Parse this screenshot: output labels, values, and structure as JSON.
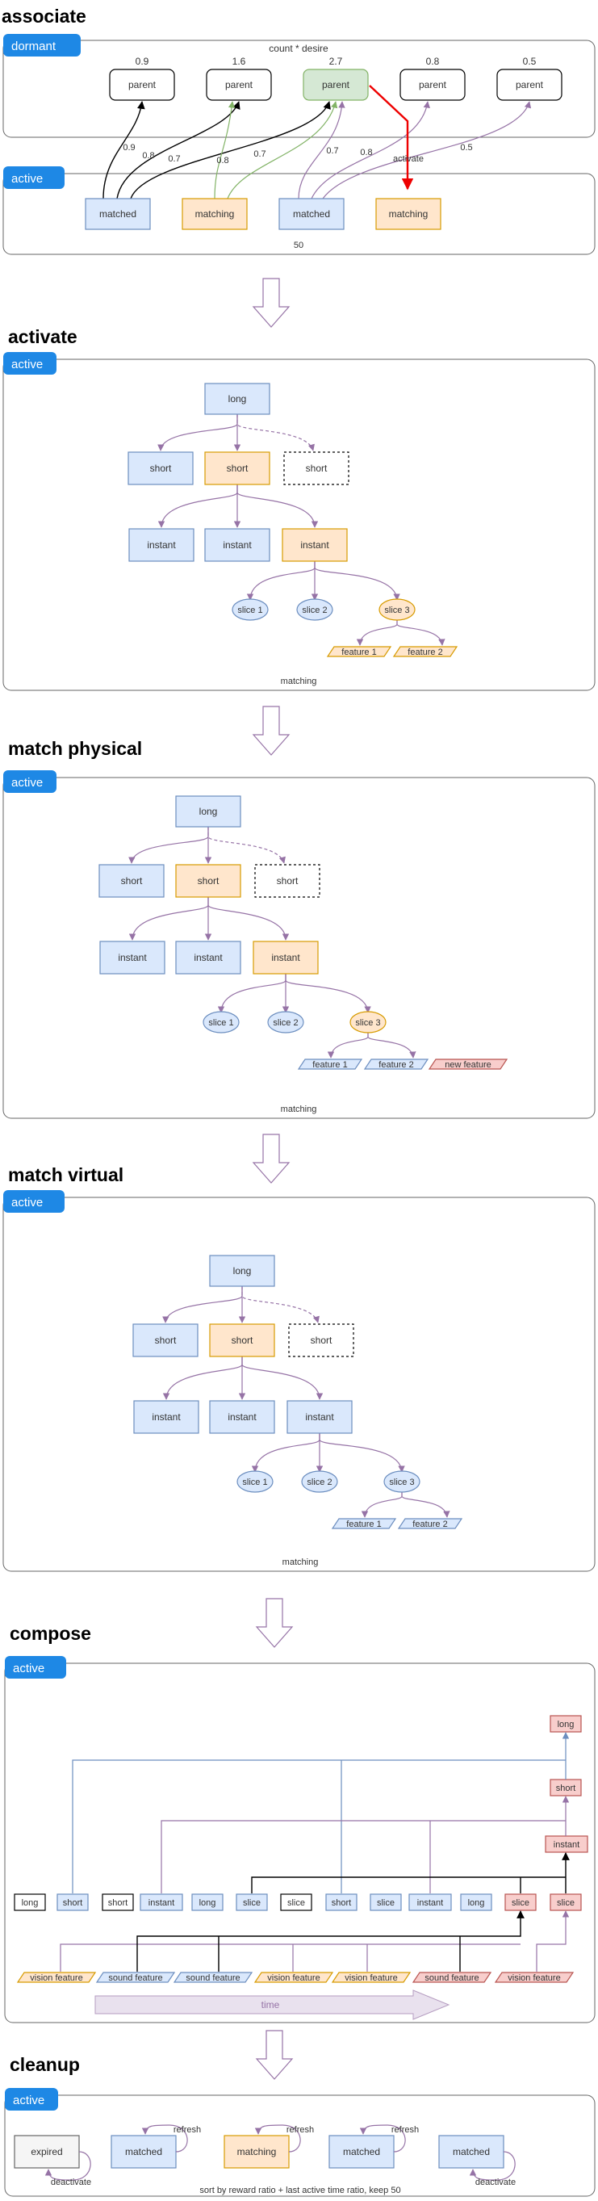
{
  "sections": {
    "associate": "associate",
    "activate": "activate",
    "match_physical": "match physical",
    "match_virtual": "match virtual",
    "compose": "compose",
    "cleanup": "cleanup"
  },
  "tags": {
    "dormant": "dormant",
    "active": "active"
  },
  "associate": {
    "caption_top": "count * desire",
    "caption_bottom": "50",
    "parents": [
      {
        "label": "parent",
        "score": "0.9"
      },
      {
        "label": "parent",
        "score": "1.6"
      },
      {
        "label": "parent",
        "score": "2.7"
      },
      {
        "label": "parent",
        "score": "0.8"
      },
      {
        "label": "parent",
        "score": "0.5"
      }
    ],
    "children": [
      "matched",
      "matching",
      "matched",
      "matching"
    ],
    "edge_weights": [
      "0.9",
      "0.8",
      "0.7",
      "0.8",
      "0.7",
      "0.7",
      "0.8",
      "0.5"
    ],
    "activate_label": "activate"
  },
  "tree": {
    "long": "long",
    "short": "short",
    "instant": "instant",
    "slice1": "slice 1",
    "slice2": "slice 2",
    "slice3": "slice 3",
    "feature1": "feature 1",
    "feature2": "feature 2",
    "new_feature": "new feature",
    "caption": "matching"
  },
  "compose": {
    "right_stack": [
      "long",
      "short",
      "instant"
    ],
    "row": [
      "long",
      "short",
      "short",
      "instant",
      "long",
      "slice",
      "slice",
      "short",
      "slice",
      "instant",
      "long",
      "slice",
      "slice"
    ],
    "features": [
      "vision feature",
      "sound feature",
      "sound feature",
      "vision feature",
      "vision feature",
      "sound feature",
      "vision feature"
    ],
    "time": "time"
  },
  "cleanup": {
    "nodes": [
      "expired",
      "matched",
      "matching",
      "matched",
      "matched"
    ],
    "refresh": "refresh",
    "deactivate": "deactivate",
    "caption": "sort by reward ratio + last active time ratio, keep 50"
  }
}
